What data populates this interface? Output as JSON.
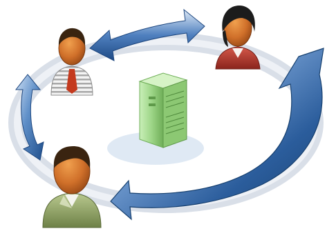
{
  "diagram": {
    "nodes": [
      {
        "role": "user-top-left",
        "icon": "person-striped-shirt-icon"
      },
      {
        "role": "user-top-right",
        "icon": "person-red-jacket-icon"
      },
      {
        "role": "user-bottom-left",
        "icon": "person-green-jacket-icon"
      },
      {
        "role": "center-server",
        "icon": "server-tower-icon"
      }
    ],
    "arrows": [
      {
        "from": "user-top-left",
        "to": "user-top-right",
        "type": "bidirectional",
        "icon": "double-arrow-icon"
      },
      {
        "from": "user-top-left",
        "to": "user-bottom-left",
        "type": "bidirectional",
        "icon": "double-arrow-icon"
      },
      {
        "from": "user-top-right",
        "to": "user-bottom-left",
        "type": "curved-directional",
        "icon": "curved-arrow-icon"
      }
    ],
    "colors": {
      "ring": "#d4dbe6",
      "arrow_dark": "#1f4f8c",
      "arrow_light": "#a9c4e6",
      "server": "#9ed688",
      "skin": "#d4732c",
      "hair": "#3a2410",
      "jacket_red": "#b0362a",
      "jacket_green": "#8fa36a"
    }
  }
}
